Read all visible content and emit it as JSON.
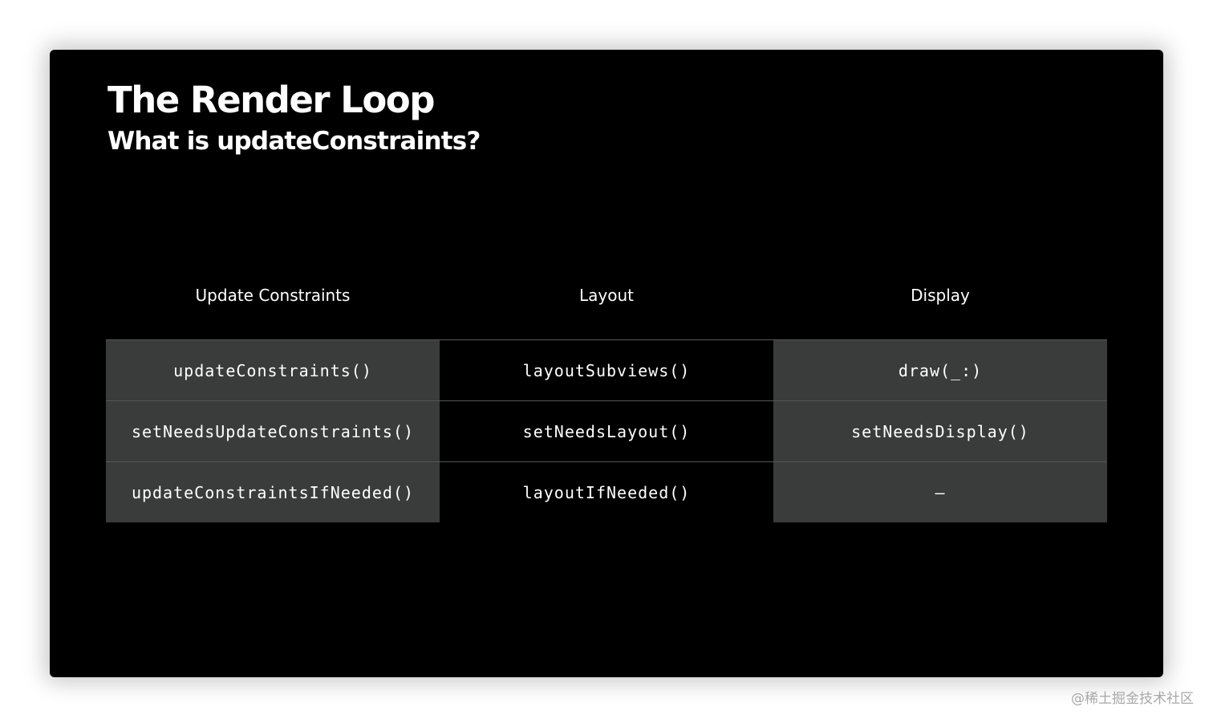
{
  "slide": {
    "title": "The Render Loop",
    "subtitle": "What is updateConstraints?"
  },
  "table": {
    "headers": [
      "Update Constraints",
      "Layout",
      "Display"
    ],
    "rows": [
      [
        "updateConstraints()",
        "layoutSubviews()",
        "draw(_:)"
      ],
      [
        "setNeedsUpdateConstraints()",
        "setNeedsLayout()",
        "setNeedsDisplay()"
      ],
      [
        "updateConstraintsIfNeeded()",
        "layoutIfNeeded()",
        "–"
      ]
    ]
  },
  "watermark": "@稀土掘金技术社区",
  "colors": {
    "slide_background": "#000000",
    "shaded_cell": "#3a3b3b",
    "text": "#ffffff",
    "page_background": "#ffffff"
  }
}
